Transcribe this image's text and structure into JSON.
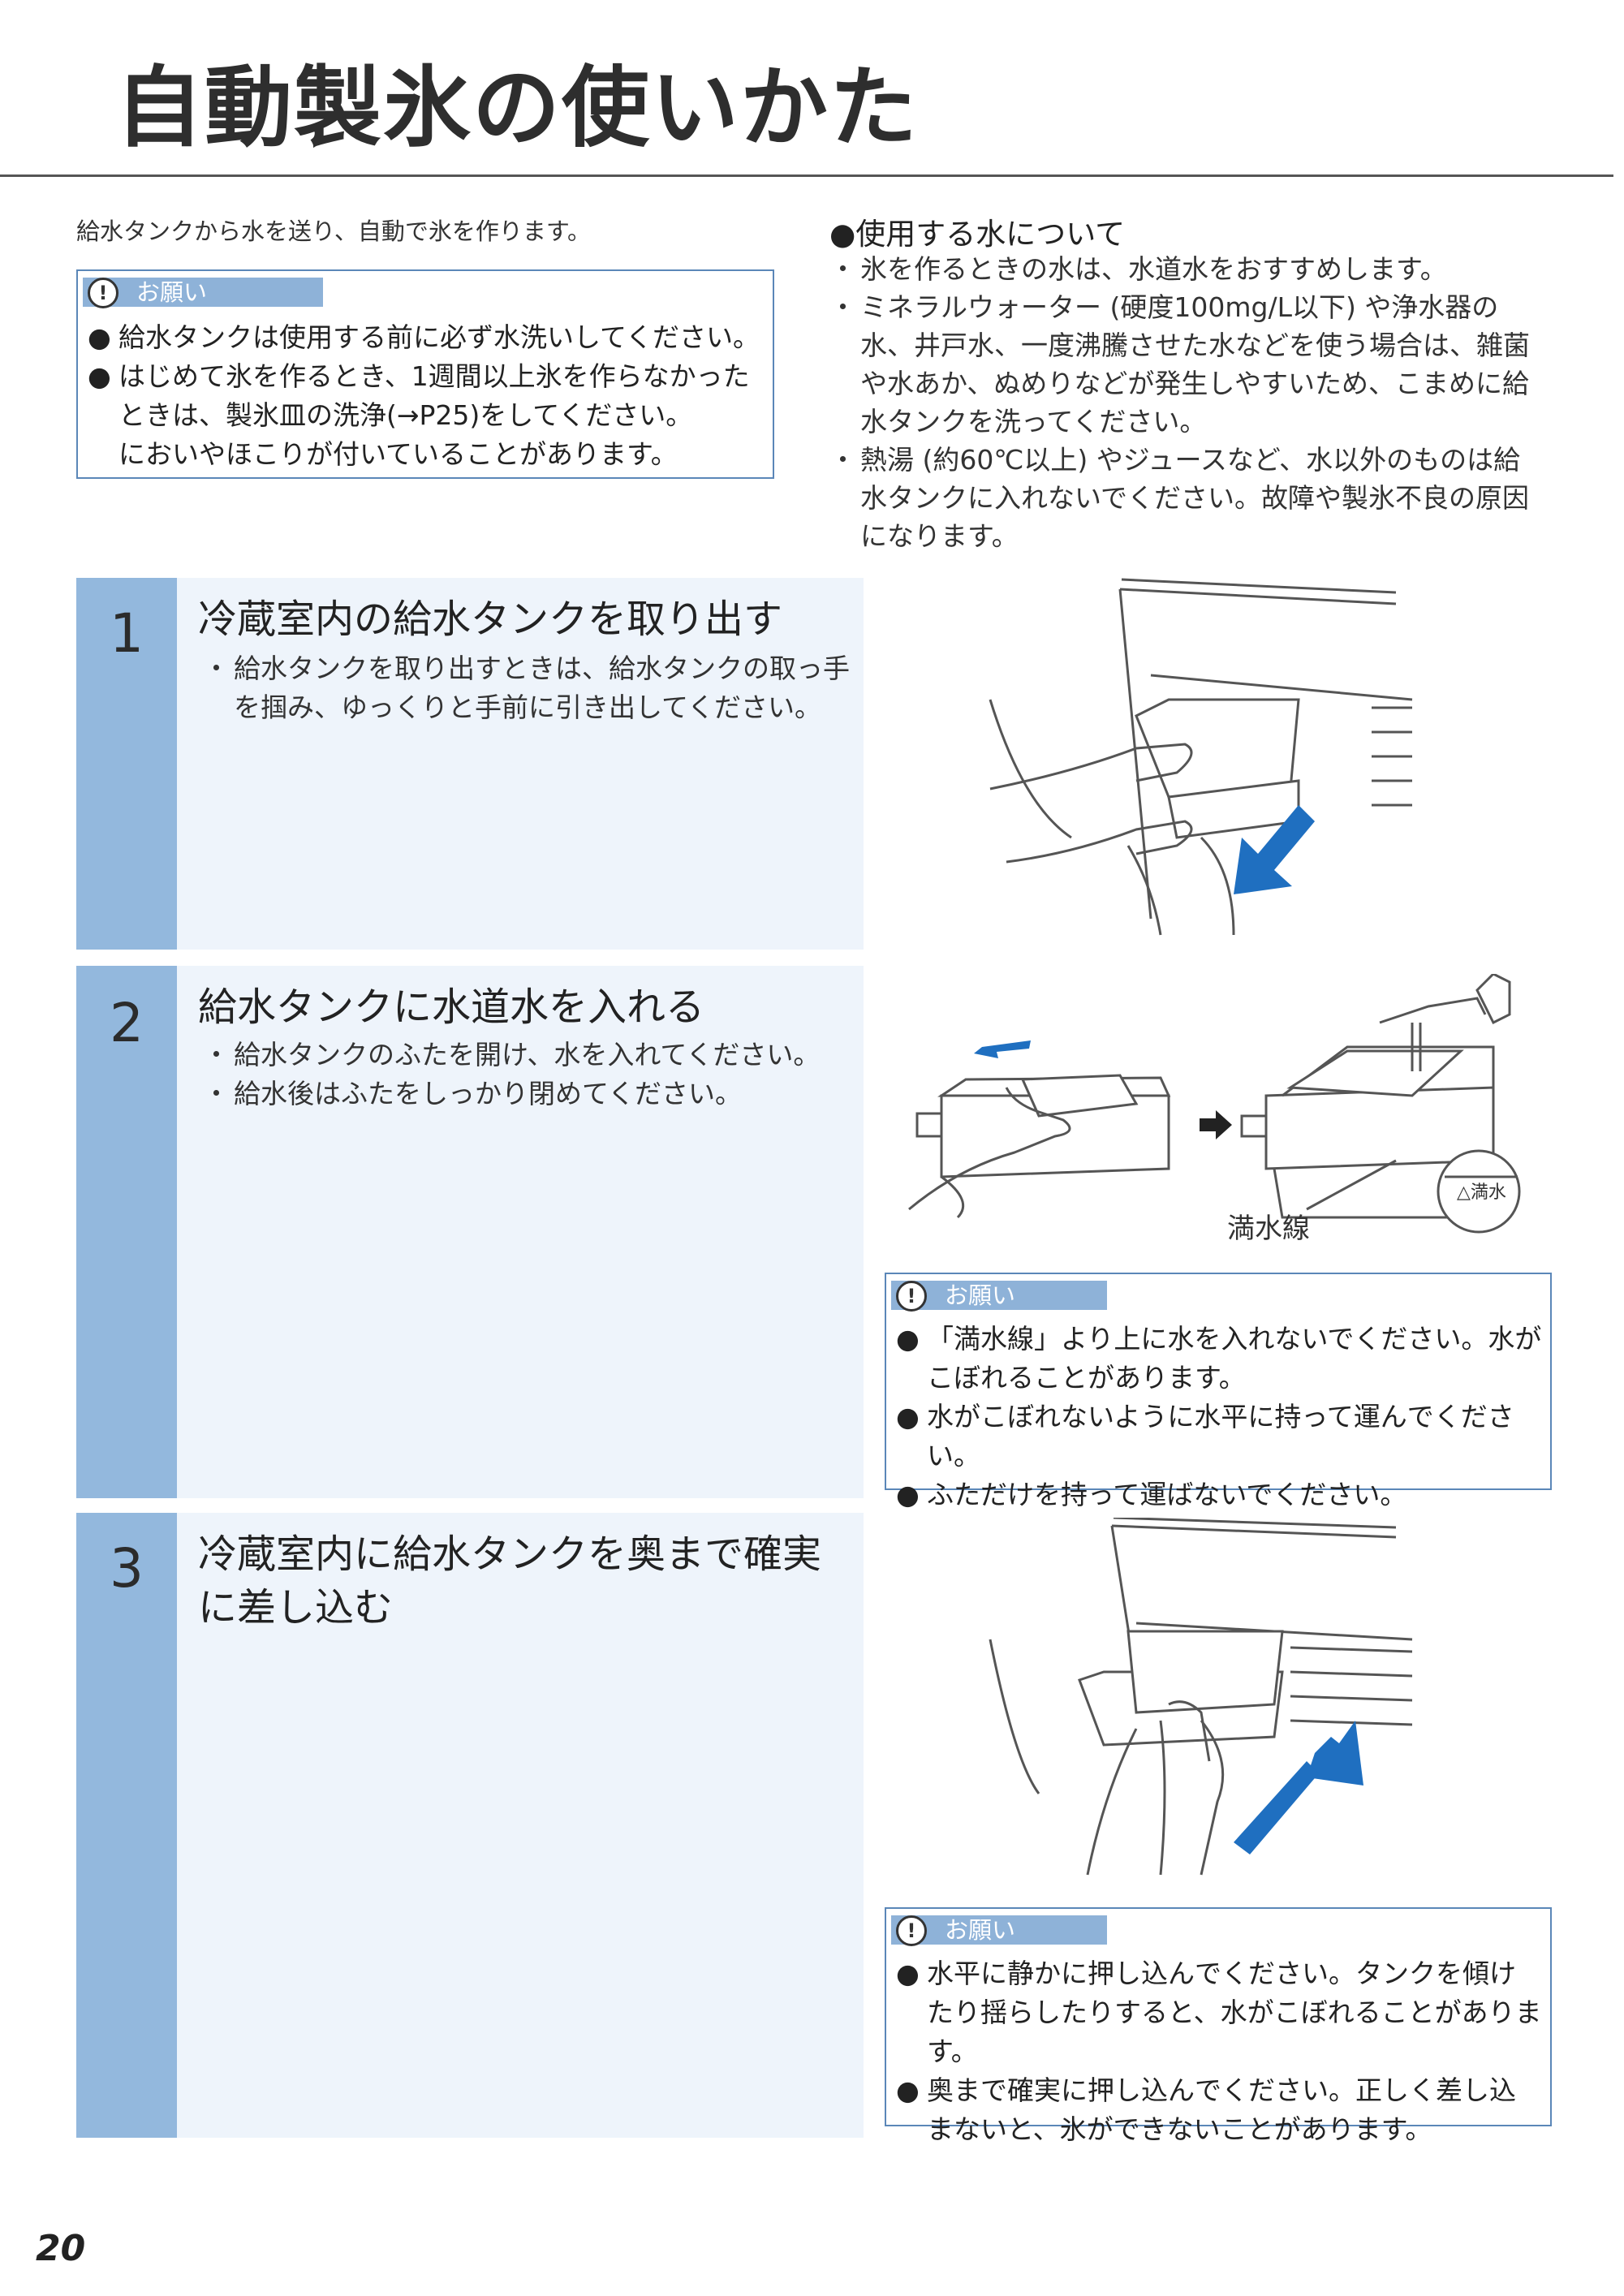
{
  "page": {
    "title": "自動製氷の使いかた",
    "intro": "給水タンクから水を送り、自動で氷を作ります。",
    "page_number": "20"
  },
  "note_label": "お願い",
  "note_icon": "exclamation-icon",
  "top_note": {
    "items": [
      "給水タンクは使用する前に必ず水洗いしてください。",
      "はじめて氷を作るとき、1週間以上氷を作らなかったときは、製氷皿の洗浄(→P25)をしてください。",
      "においやほこりが付いていることがあります。"
    ]
  },
  "water": {
    "heading": "●使用する水について",
    "items": [
      "氷を作るときの水は、水道水をおすすめします。",
      "ミネラルウォーター (硬度100mg/L以下) や浄水器の水、井戸水、一度沸騰させた水などを使う場合は、雑菌や水あか、ぬめりなどが発生しやすいため、こまめに給水タンクを洗ってください。",
      "熱湯 (約60℃以上) やジュースなど、水以外のものは給水タンクに入れないでください。故障や製氷不良の原因になります。"
    ]
  },
  "steps": [
    {
      "number": "1",
      "title": "冷蔵室内の給水タンクを取り出す",
      "items": [
        "給水タンクを取り出すときは、給水タンクの取っ手を掴み、ゆっくりと手前に引き出してください。"
      ]
    },
    {
      "number": "2",
      "title": "給水タンクに水道水を入れる",
      "items": [
        "給水タンクのふたを開け、水を入れてください。",
        "給水後はふたをしっかり閉めてください。"
      ],
      "figure_label": "満水線",
      "figure_tag": "△満水",
      "note": [
        "「満水線」より上に水を入れないでください。水がこぼれることがあります。",
        "水がこぼれないように水平に持って運んでください。",
        "ふただけを持って運ばないでください。"
      ]
    },
    {
      "number": "3",
      "title": "冷蔵室内に給水タンクを奥まで確実に差し込む",
      "items": [],
      "note": [
        "水平に静かに押し込んでください。タンクを傾けたり揺らしたりすると、水がこぼれることがあります。",
        "奥まで確実に押し込んでください。正しく差し込まないと、氷ができないことがあります。"
      ]
    }
  ],
  "colors": {
    "step_number_bg": "#93b8dd",
    "step_bg": "#eef4fb",
    "note_border": "#5b87b8",
    "note_tag": "#8eb2d8",
    "arrow": "#1f6fc0"
  }
}
